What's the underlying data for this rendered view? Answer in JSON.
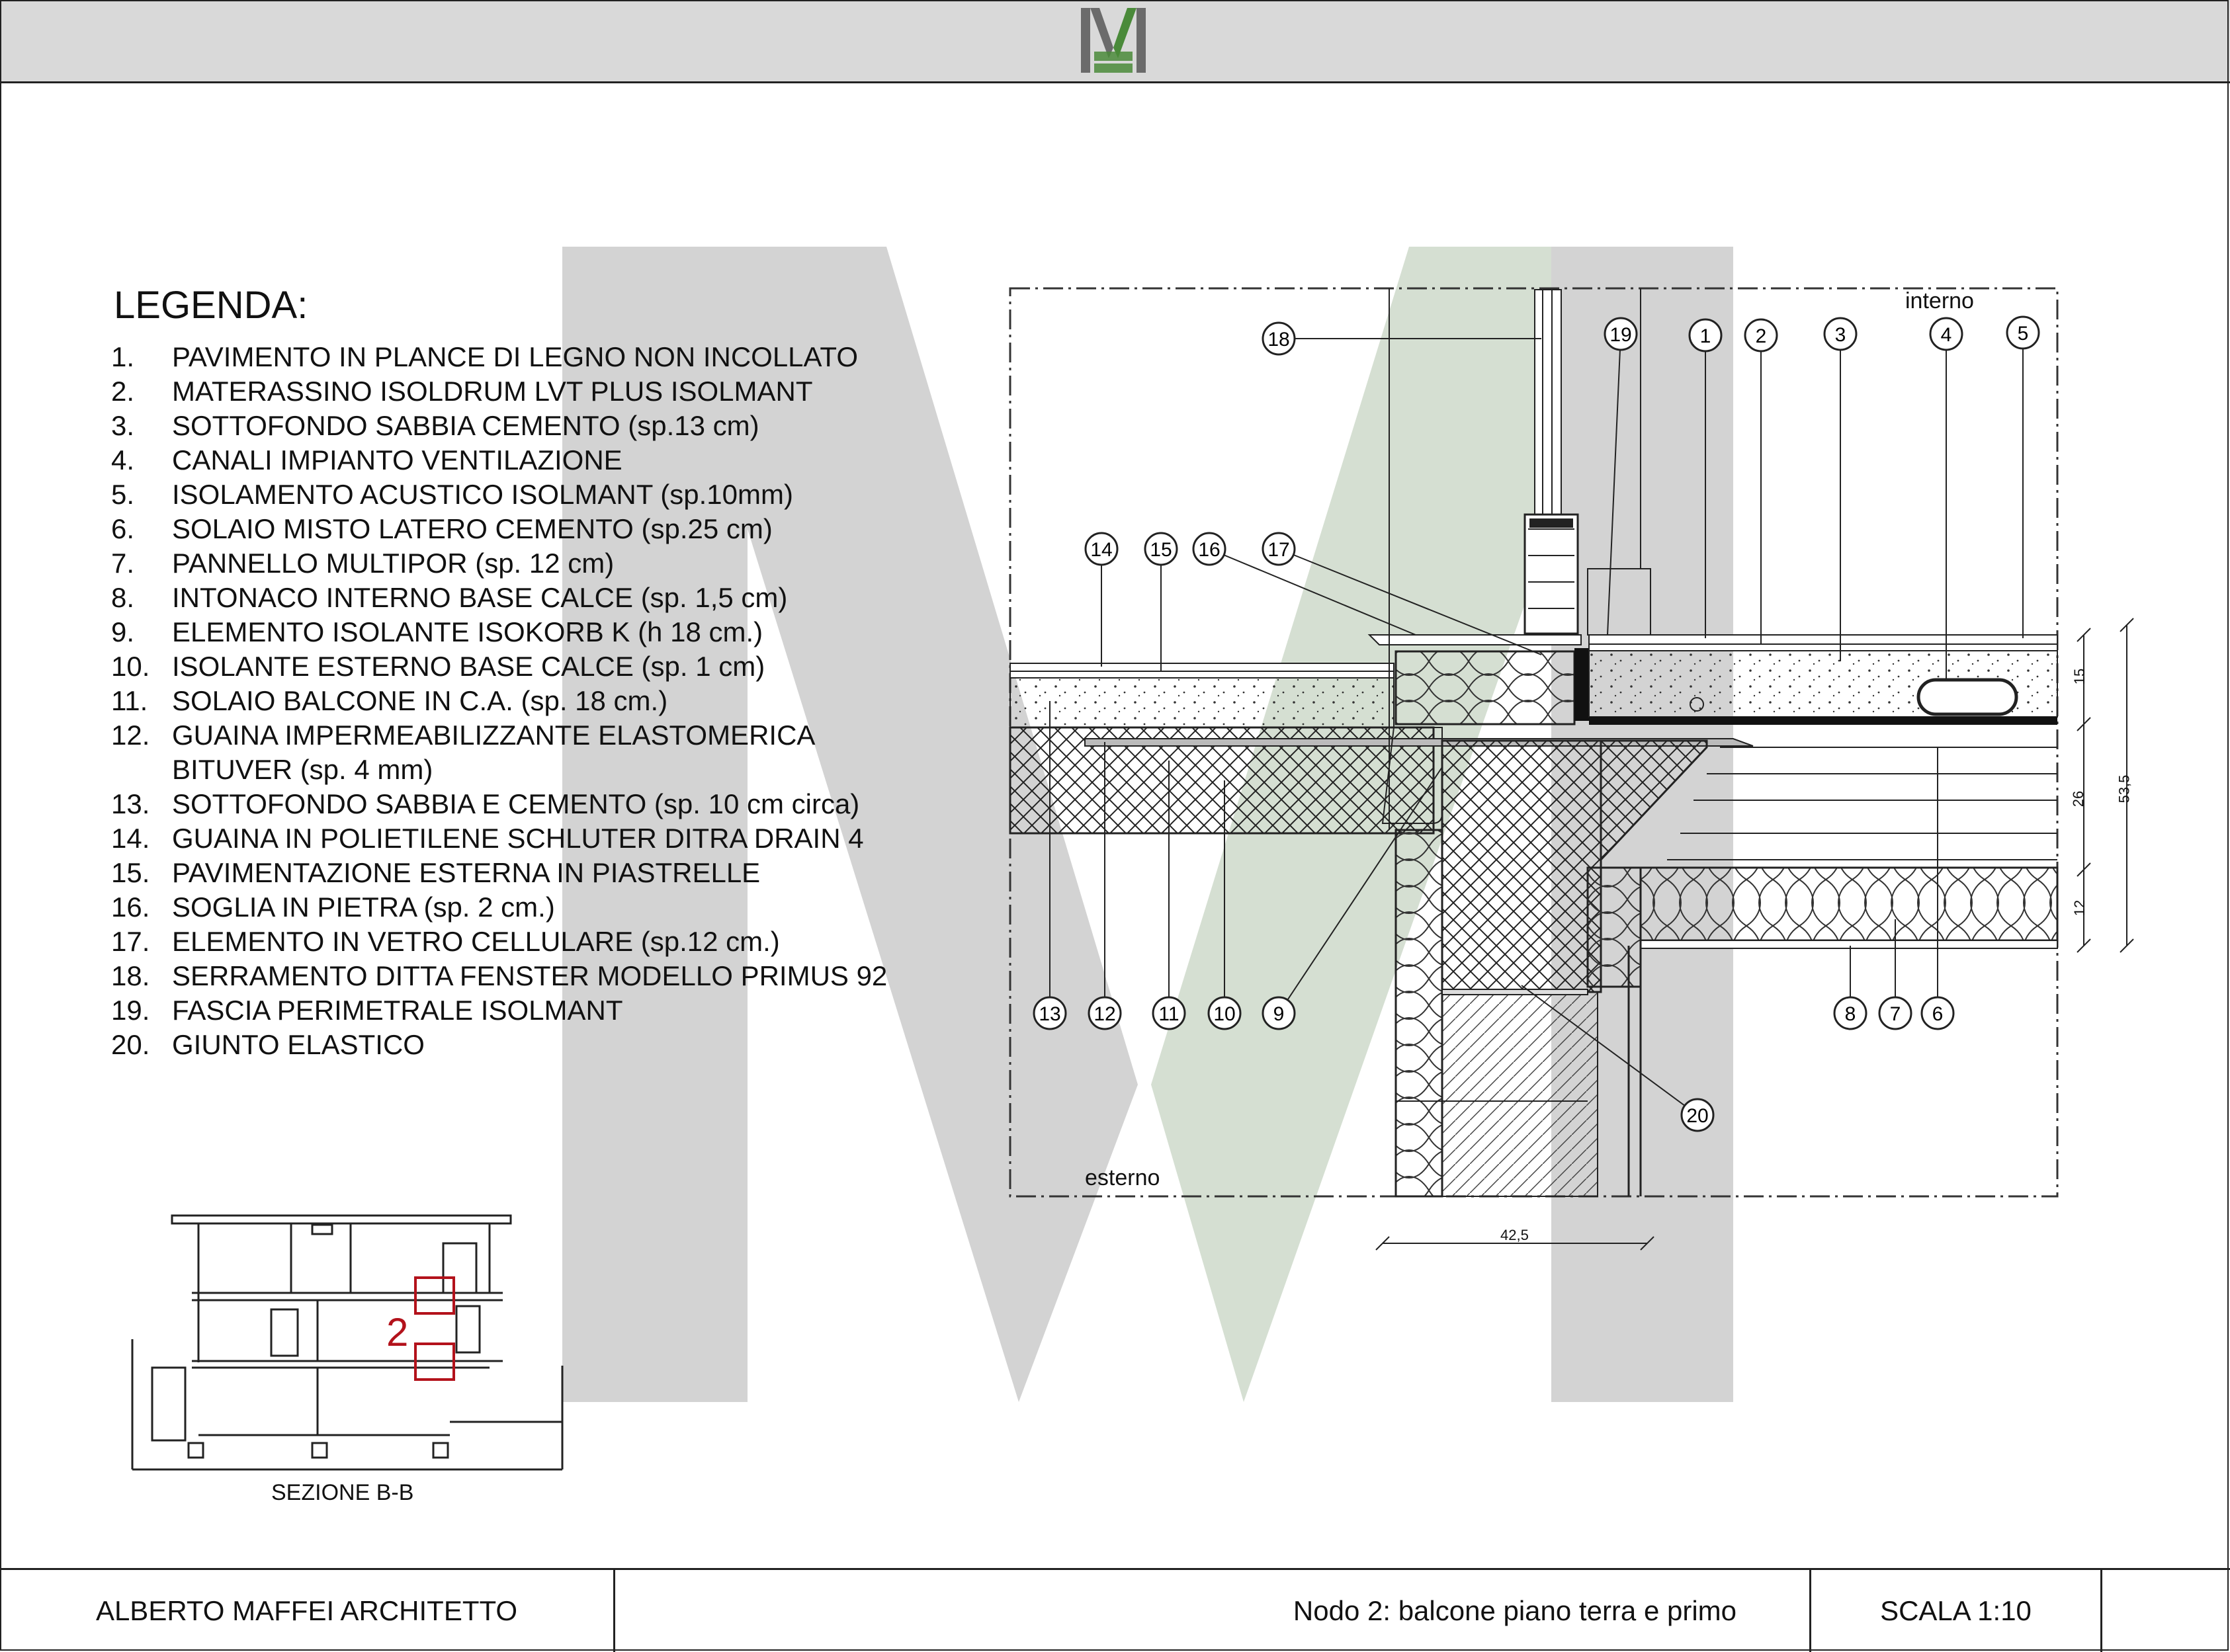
{
  "header": {
    "logo": "M-monogram-logo"
  },
  "legend": {
    "title": "LEGENDA:",
    "items": [
      {
        "n": "1.",
        "t": "PAVIMENTO IN PLANCE DI  LEGNO NON INCOLLATO"
      },
      {
        "n": "2.",
        "t": "MATERASSINO ISOLDRUM LVT PLUS ISOLMANT"
      },
      {
        "n": "3.",
        "t": "SOTTOFONDO SABBIA CEMENTO (sp.13 cm)"
      },
      {
        "n": "4.",
        "t": "CANALI IMPIANTO VENTILAZIONE"
      },
      {
        "n": "5.",
        "t": "ISOLAMENTO ACUSTICO ISOLMANT (sp.10mm)"
      },
      {
        "n": "6.",
        "t": "SOLAIO MISTO LATERO CEMENTO (sp.25 cm)"
      },
      {
        "n": "7.",
        "t": "PANNELLO MULTIPOR (sp. 12 cm)"
      },
      {
        "n": "8.",
        "t": "INTONACO INTERNO BASE CALCE (sp. 1,5 cm)"
      },
      {
        "n": "9.",
        "t": "ELEMENTO ISOLANTE ISOKORB K (h 18 cm.)"
      },
      {
        "n": "10.",
        "t": "ISOLANTE ESTERNO BASE CALCE (sp. 1 cm)"
      },
      {
        "n": "11.",
        "t": "SOLAIO BALCONE IN C.A. (sp. 18 cm.)"
      },
      {
        "n": "12.",
        "t": "GUAINA IMPERMEABILIZZANTE ELASTOMERICA"
      },
      {
        "n": "",
        "t": "BITUVER (sp. 4 mm)"
      },
      {
        "n": "13.",
        "t": "SOTTOFONDO SABBIA E CEMENTO (sp. 10 cm circa)"
      },
      {
        "n": "14.",
        "t": "GUAINA IN POLIETILENE SCHLUTER DITRA DRAIN 4"
      },
      {
        "n": "15.",
        "t": "PAVIMENTAZIONE ESTERNA IN PIASTRELLE"
      },
      {
        "n": "16.",
        "t": "SOGLIA IN PIETRA (sp. 2 cm.)"
      },
      {
        "n": "17.",
        "t": "ELEMENTO IN VETRO CELLULARE (sp.12 cm.)"
      },
      {
        "n": "18.",
        "t": "SERRAMENTO DITTA FENSTER MODELLO PRIMUS 92"
      },
      {
        "n": "19.",
        "t": "FASCIA PERIMETRALE ISOLMANT"
      },
      {
        "n": "20.",
        "t": "GIUNTO ELASTICO"
      }
    ]
  },
  "detail": {
    "interior_label": "interno",
    "exterior_label": "esterno",
    "markers": [
      "1",
      "2",
      "3",
      "4",
      "5",
      "6",
      "7",
      "8",
      "9",
      "10",
      "11",
      "12",
      "13",
      "14",
      "15",
      "16",
      "17",
      "18",
      "19",
      "20"
    ],
    "dimensions": {
      "width": "42,5",
      "h1": "15",
      "h2": "26",
      "h3": "12",
      "total": "53,5"
    }
  },
  "key_plan": {
    "caption": "SEZIONE B-B",
    "node_number": "2"
  },
  "footer": {
    "author": "ALBERTO MAFFEI ARCHITETTO",
    "title": "Nodo 2: balcone piano terra e primo",
    "scale": "SCALA 1:10"
  },
  "colors": {
    "watermark_gray": "#d3d3d3",
    "watermark_green": "#d5dfd2",
    "logo_green": "#4a8a3a",
    "logo_gray": "#6b6b6b",
    "marker_red": "#b3121b"
  }
}
